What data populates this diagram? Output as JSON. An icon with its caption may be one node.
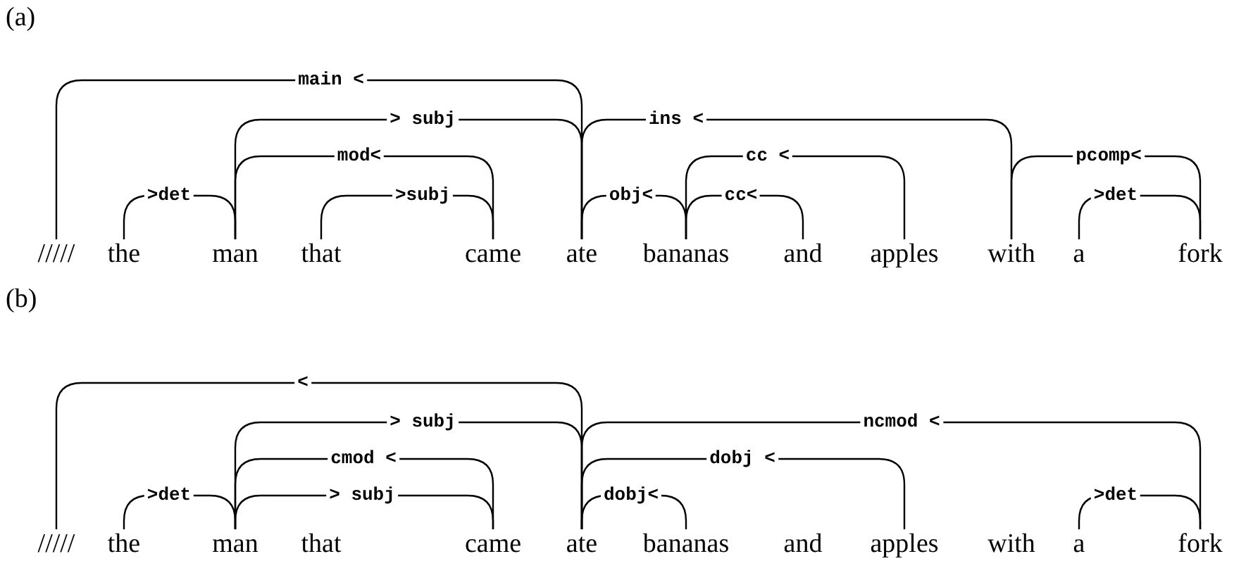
{
  "diagram": {
    "nodes": [
      {
        "text": [
          "/////"
        ]
      },
      {
        "text": [
          "the"
        ]
      },
      {
        "text": [
          "man"
        ]
      },
      {
        "text": [
          "that"
        ]
      },
      {
        "text": [
          "came"
        ]
      },
      {
        "text": [
          "ate"
        ]
      },
      {
        "text": [
          "bananas"
        ]
      },
      {
        "text": [
          "and"
        ]
      },
      {
        "text": [
          "apples"
        ]
      },
      {
        "text": [
          "with"
        ]
      },
      {
        "text": [
          "a"
        ]
      },
      {
        "text": [
          "fork"
        ]
      },
      {
        "text": [
          "/////"
        ]
      },
      {
        "text": [
          "the"
        ]
      },
      {
        "text": [
          "man"
        ]
      },
      {
        "text": [
          "that"
        ]
      },
      {
        "text": [
          "came"
        ]
      },
      {
        "text": [
          "ate"
        ]
      },
      {
        "text": [
          "bananas"
        ]
      },
      {
        "text": [
          "and"
        ]
      },
      {
        "text": [
          "apples"
        ]
      },
      {
        "text": [
          "with"
        ]
      },
      {
        "text": [
          "a"
        ]
      },
      {
        "text": [
          "fork"
        ]
      }
    ],
    "edges": [
      {
        "from": 0,
        "to": 5,
        "arrow": "none",
        "label": "main <"
      },
      {
        "from": 2,
        "to": 5,
        "arrow": "none",
        "label": "> subj"
      },
      {
        "from": 2,
        "to": 4,
        "arrow": "none",
        "label": "mod<"
      },
      {
        "from": 1,
        "to": 2,
        "arrow": "none",
        "label": ">det"
      },
      {
        "from": 3,
        "to": 4,
        "arrow": "none",
        "label": ">subj"
      },
      {
        "from": 5,
        "to": 9,
        "arrow": "none",
        "label": "ins <"
      },
      {
        "from": 6,
        "to": 8,
        "arrow": "none",
        "label": "cc <"
      },
      {
        "from": 5,
        "to": 6,
        "arrow": "none",
        "label": "obj<"
      },
      {
        "from": 6,
        "to": 7,
        "arrow": "none",
        "label": "cc<"
      },
      {
        "from": 9,
        "to": 11,
        "arrow": "none",
        "label": "pcomp<"
      },
      {
        "from": 10,
        "to": 11,
        "arrow": "none",
        "label": ">det"
      },
      {
        "from": 12,
        "to": 17,
        "arrow": "none",
        "label": "<"
      },
      {
        "from": 14,
        "to": 17,
        "arrow": "none",
        "label": "> subj"
      },
      {
        "from": 14,
        "to": 16,
        "arrow": "none",
        "label": "cmod <"
      },
      {
        "from": 14,
        "to": 16,
        "arrow": "none",
        "label": "> subj"
      },
      {
        "from": 13,
        "to": 14,
        "arrow": "none",
        "label": ">det"
      },
      {
        "from": 17,
        "to": 23,
        "arrow": "none",
        "label": "ncmod <"
      },
      {
        "from": 17,
        "to": 20,
        "arrow": "none",
        "label": "dobj <"
      },
      {
        "from": 17,
        "to": 18,
        "arrow": "none",
        "label": "dobj<"
      },
      {
        "from": 22,
        "to": 23,
        "arrow": "none",
        "label": ">det"
      }
    ],
    "labels": [
      "(a)",
      "(b)"
    ]
  }
}
